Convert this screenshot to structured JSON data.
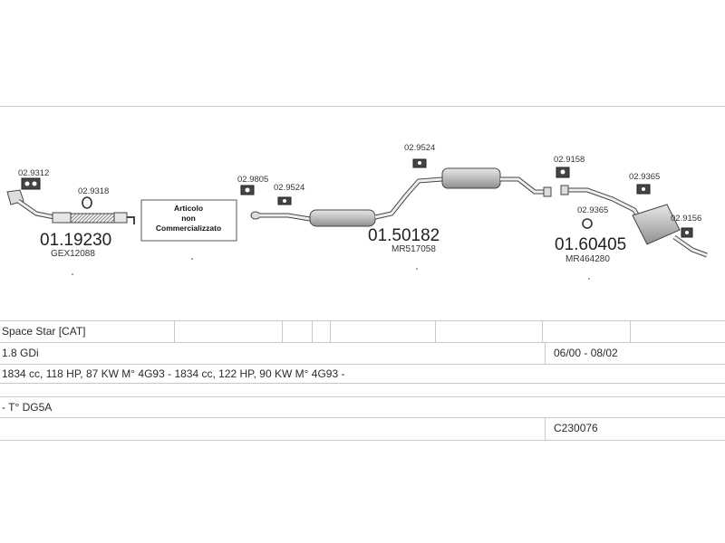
{
  "diagram": {
    "groups": [
      {
        "main_code": "01.19230",
        "oem": "GEX12088",
        "clamps": [
          "02.9312",
          "02.9318"
        ]
      },
      {
        "note_lines": [
          "Articolo",
          "non",
          "Commercializzato"
        ]
      },
      {
        "main_code": "01.50182",
        "oem": "MR517058",
        "clamps": [
          "02.9805",
          "02.9524",
          "02.9524"
        ]
      },
      {
        "main_code": "01.60405",
        "oem": "MR464280",
        "clamps": [
          "02.9158",
          "02.9365",
          "02.9365",
          "02.9156"
        ]
      }
    ]
  },
  "table": {
    "model": "Space Star  [CAT]",
    "engine": "1.8 GDi",
    "date_range": "06/00 - 08/02",
    "specs": "1834 cc, 118 HP, 87 KW M° 4G93 - 1834 cc, 122 HP, 90 KW M° 4G93 -",
    "type": "- T° DG5A",
    "catalog_code": "C230076"
  }
}
